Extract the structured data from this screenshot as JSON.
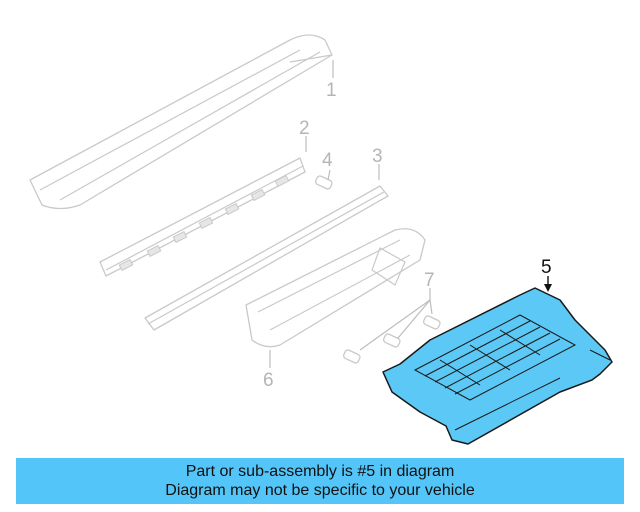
{
  "diagram": {
    "callouts": [
      {
        "id": "1",
        "label": "1",
        "highlighted": false
      },
      {
        "id": "2",
        "label": "2",
        "highlighted": false
      },
      {
        "id": "3",
        "label": "3",
        "highlighted": false
      },
      {
        "id": "4",
        "label": "4",
        "highlighted": false
      },
      {
        "id": "5",
        "label": "5",
        "highlighted": true
      },
      {
        "id": "6",
        "label": "6",
        "highlighted": false
      },
      {
        "id": "7",
        "label": "7",
        "highlighted": false
      }
    ],
    "highlight_color": "#5bc8f5",
    "ghost_color": "#c9c9c9"
  },
  "banner": {
    "line1": "Part or sub-assembly is #5 in diagram",
    "line2": "Diagram may not be specific to your vehicle",
    "background": "#54c5f8"
  }
}
